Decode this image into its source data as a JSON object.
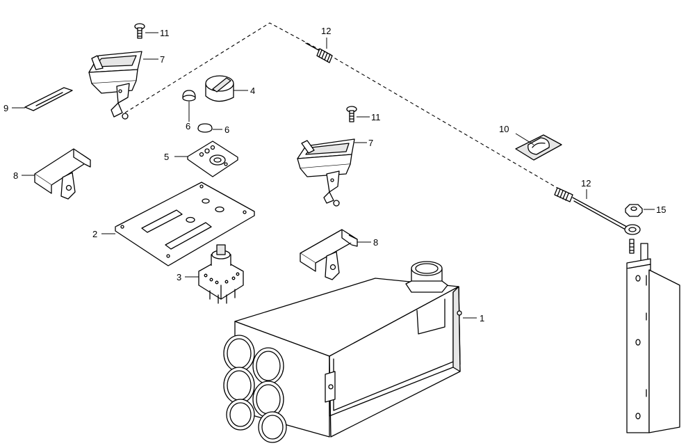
{
  "callouts": {
    "c1": "1",
    "c2": "2",
    "c3": "3",
    "c4": "4",
    "c5": "5",
    "c6a": "6",
    "c6b": "6",
    "c7a": "7",
    "c7b": "7",
    "c8a": "8",
    "c8b": "8",
    "c9": "9",
    "c10": "10",
    "c11a": "11",
    "c11b": "11",
    "c12a": "12",
    "c12b": "12",
    "c15": "15"
  }
}
